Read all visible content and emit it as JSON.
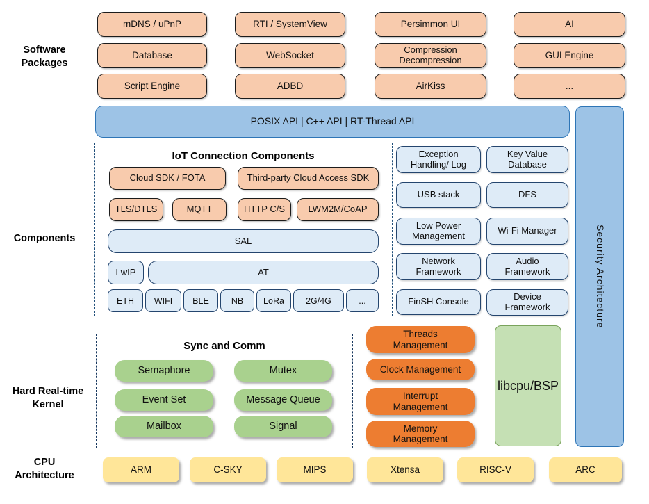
{
  "labels": {
    "software_packages": "Software Packages",
    "components": "Components",
    "kernel": "Hard Real-time Kernel",
    "cpu": "CPU Architecture"
  },
  "software_packages": {
    "rows": [
      [
        "mDNS / uPnP",
        "RTI / SystemView",
        "Persimmon UI",
        "AI"
      ],
      [
        "Database",
        "WebSocket",
        "Compression Decompression",
        "GUI Engine"
      ],
      [
        "Script Engine",
        "ADBD",
        "AirKiss",
        "..."
      ]
    ]
  },
  "api_bar": "POSIX API  |  C++ API  |  RT-Thread API",
  "security": "Security Architecture",
  "iot": {
    "title": "IoT Connection Components",
    "cloud_sdk": "Cloud SDK / FOTA",
    "third_party": "Third-party Cloud Access SDK",
    "tls": "TLS/DTLS",
    "mqtt": "MQTT",
    "http": "HTTP C/S",
    "lwm2m": "LWM2M/CoAP",
    "sal": "SAL",
    "lwip": "LwIP",
    "at": "AT",
    "links": [
      "ETH",
      "WIFI",
      "BLE",
      "NB",
      "LoRa",
      "2G/4G",
      "..."
    ]
  },
  "services": {
    "rows": [
      [
        "Exception Handling/ Log",
        "Key Value Database"
      ],
      [
        "USB stack",
        "DFS"
      ],
      [
        "Low Power Management",
        "Wi-Fi Manager"
      ],
      [
        "Network Framework",
        "Audio Framework"
      ],
      [
        "FinSH Console",
        "Device Framework"
      ]
    ]
  },
  "kernel": {
    "title": "Sync and Comm",
    "rows": [
      [
        "Semaphore",
        "Mutex"
      ],
      [
        "Event Set",
        "Message Queue"
      ],
      [
        "Mailbox",
        "Signal"
      ]
    ]
  },
  "management": [
    "Threads Management",
    "Clock Management",
    "Interrupt Management",
    "Memory Management"
  ],
  "libcpu": "libcpu/BSP",
  "cpu_archs": [
    "ARM",
    "C-SKY",
    "MIPS",
    "Xtensa",
    "RISC-V",
    "ARC"
  ],
  "colors": {
    "package_fill": "#F8CBAD",
    "package_border": "#1C1C1C",
    "api_fill": "#9DC3E6",
    "api_border": "#2E75B6",
    "component_fill": "#DEEBF7",
    "component_border": "#24456E",
    "kernel_green": "#A9D18E",
    "management_orange": "#ED7D31",
    "libcpu_fill": "#C5E0B4",
    "cpu_yellow": "#FFE699",
    "dashed_border": "#1F4E79"
  }
}
